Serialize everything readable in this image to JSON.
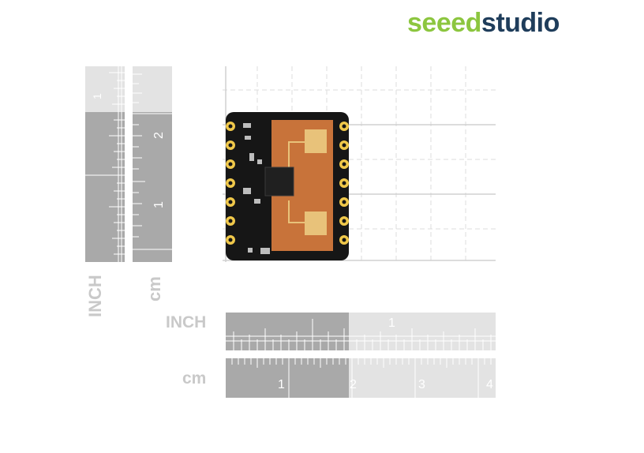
{
  "brand": {
    "part1": "seeed",
    "part2": "studio"
  },
  "vertical_ruler": {
    "inch_label": "INCH",
    "cm_label": "cm",
    "inch_numbers": [
      "1"
    ],
    "cm_numbers": [
      "2",
      "1"
    ]
  },
  "horizontal_ruler": {
    "inch_label": "INCH",
    "cm_label": "cm",
    "inch_numbers": [
      "1"
    ],
    "cm_numbers": [
      "1",
      "2",
      "3",
      "4"
    ]
  },
  "colors": {
    "ruler_dark": "#a9a9a9",
    "ruler_light": "#e3e3e3",
    "pcb": "#161616",
    "antenna_panel": "#c8733a",
    "antenna_pad": "#e8c27a",
    "brand_green": "#8cc63f",
    "brand_navy": "#1f3d5b"
  }
}
